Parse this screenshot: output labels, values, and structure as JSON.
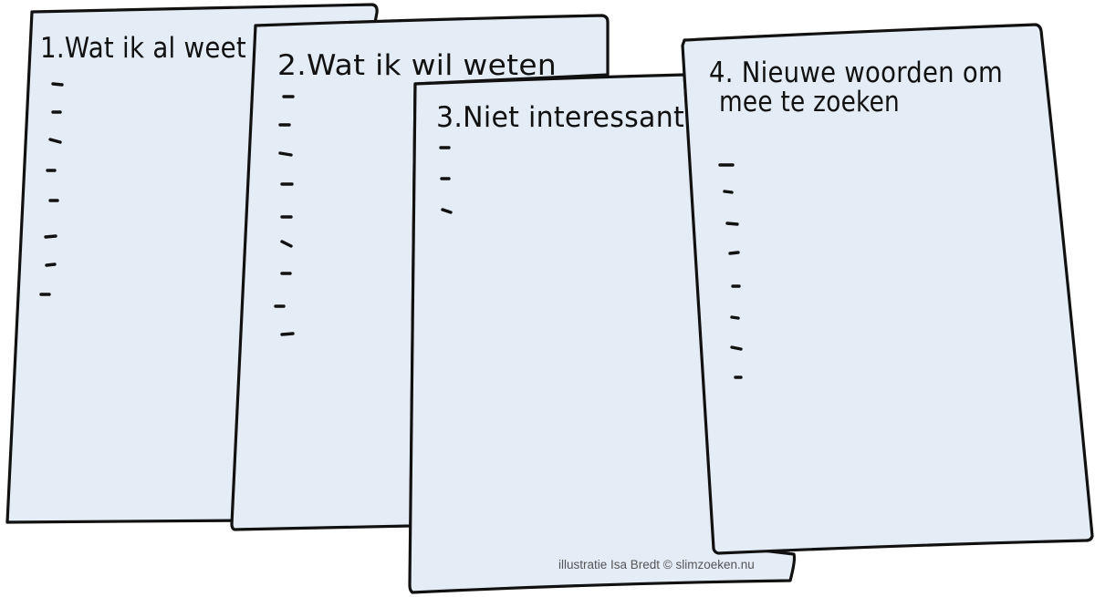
{
  "colors": {
    "paper": "#e4edf6",
    "ink": "#111111",
    "credit": "#555555"
  },
  "sheets": [
    {
      "title_line1": "1.Wat ik al weet",
      "title_line2": "",
      "dash_count": 8
    },
    {
      "title_line1": "2.Wat ik wil weten",
      "title_line2": "",
      "dash_count": 9
    },
    {
      "title_line1": "3.Niet interessant",
      "title_line2": "",
      "dash_count": 3
    },
    {
      "title_line1": "4. Nieuwe woorden om",
      "title_line2": "mee te zoeken",
      "dash_count": 8
    }
  ],
  "credit": "illustratie Isa Bredt © slimzoeken.nu"
}
